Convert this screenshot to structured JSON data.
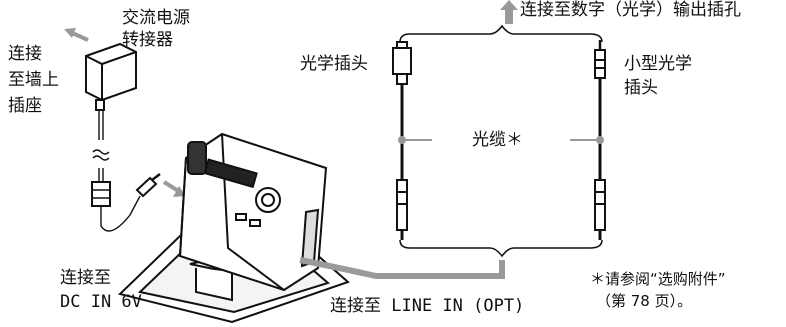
{
  "labels": {
    "ac_adaptor_line1": "交流电源",
    "ac_adaptor_line2": "转接器",
    "wall_outlet_line1": "连接",
    "wall_outlet_line2": "至墙上",
    "wall_outlet_line3": "插座",
    "digital_output": "连接至数字（光学）输出插孔",
    "optical_plug": "光学插头",
    "mini_optical_plug_line1": "小型光学",
    "mini_optical_plug_line2": "插头",
    "optical_cable": "光缆＊",
    "dc_in_line1": "连接至",
    "dc_in_line2": "DC IN 6V",
    "line_in": "连接至 LINE IN (OPT)",
    "note_line1": "＊请参阅“选购附件”",
    "note_line2": "（第 78 页）。"
  },
  "colors": {
    "line": "#111111",
    "cable_gray": "#9a9a9a",
    "device_fill": "#ffffff"
  }
}
